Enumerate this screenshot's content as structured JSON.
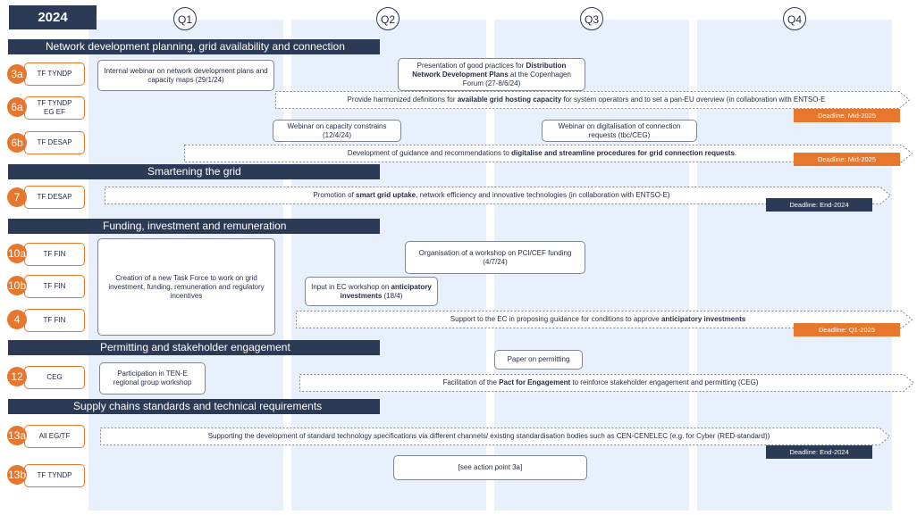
{
  "year": "2024",
  "quarters": [
    "Q1",
    "Q2",
    "Q3",
    "Q4"
  ],
  "sections": {
    "s1": "Network development planning, grid availability and connection",
    "s2": "Smartening the grid",
    "s3": "Funding, investment and remuneration",
    "s4": "Permitting and stakeholder engagement",
    "s5": "Supply chains standards and technical requirements"
  },
  "rows": {
    "r3a": {
      "num": "3a",
      "team": "TF TYNDP"
    },
    "r6a": {
      "num": "6a",
      "team1": "TF TYNDP",
      "team2": "EG EF"
    },
    "r6b": {
      "num": "6b",
      "team": "TF DESAP"
    },
    "r7": {
      "num": "7",
      "team": "TF DESAP"
    },
    "r10a": {
      "num": "10a",
      "team": "TF FIN"
    },
    "r10b": {
      "num": "10b",
      "team": "TF FIN"
    },
    "r4": {
      "num": "4",
      "team": "TF FIN"
    },
    "r12": {
      "num": "12",
      "team": "CEG"
    },
    "r13a": {
      "num": "13a",
      "team": "All EG/TF"
    },
    "r13b": {
      "num": "13b",
      "team": "TF TYNDP"
    }
  },
  "boxes": {
    "webinar_network": "Internal webinar on network development plans and capacity maps (29/1/24)",
    "good_practices_pre": "Presentation of good practices for ",
    "good_practices_bold": "Distribution Network Development Plans",
    "good_practices_post": " at the Copenhagen Forum (27-8/6/24)",
    "webinar_capacity": "Webinar on capacity constrains (12/4/24)",
    "webinar_digital": "Webinar on digitalisation of connection requests (tbc/CEG)",
    "new_tf": "Creation of a new Task Force to work on grid investment, funding, remuneration and regulatory incentives",
    "pci_workshop": "Organisation of a workshop on PCI/CEF funding (4/7/24)",
    "ec_workshop_pre": "Input in EC workshop on ",
    "ec_workshop_bold": "anticipatory investments",
    "ec_workshop_post": " (18/4)",
    "ten_e": "Participation in TEN-E regional group workshop",
    "paper_permitting": "Paper on permitting",
    "see_action": "[see action point 3a]"
  },
  "arrows": {
    "a6a": {
      "pre": "Provide harmonized definitions for ",
      "bold": "available grid hosting capacity",
      "post": " for system operators and to set a pan-EU overview (in collaboration with ENTSO-E"
    },
    "a6b": {
      "pre": "Development of guidance and recommendations to ",
      "bold": "digitalise and streamline procedures for grid connection requests",
      "post": "."
    },
    "a7": {
      "pre": "Promotion of ",
      "bold": "smart grid uptake",
      "post": ", network efficiency and innovative technologies (in collaboration with ENTSO-E)"
    },
    "a4": {
      "pre": "Support to the EC in proposing guidance for conditions to approve ",
      "bold": "anticipatory investments",
      "post": ""
    },
    "a12": {
      "pre": "Facilitation of the ",
      "bold": "Pact for Engagement",
      "post": " to reinforce stakeholder engagement and permitting (CEG)"
    },
    "a13a": {
      "pre": "Supporting the development of standard technology specifications via different channels/ existing standardisation bodies such as CEN-CENELEC (e.g. for Cyber (RED-standard))",
      "bold": "",
      "post": ""
    }
  },
  "deadlines": {
    "d6a": "Deadline: Mid-2025",
    "d6b": "Deadline: Mid-2025",
    "d7": "Deadline: End-2024",
    "d4": "Deadline: Q1-2025",
    "d13a": "Deadline: End-2024"
  },
  "colors": {
    "navy": "#2b3a55",
    "orange": "#e8772e",
    "quarter_bg": "#e8f1fb"
  }
}
